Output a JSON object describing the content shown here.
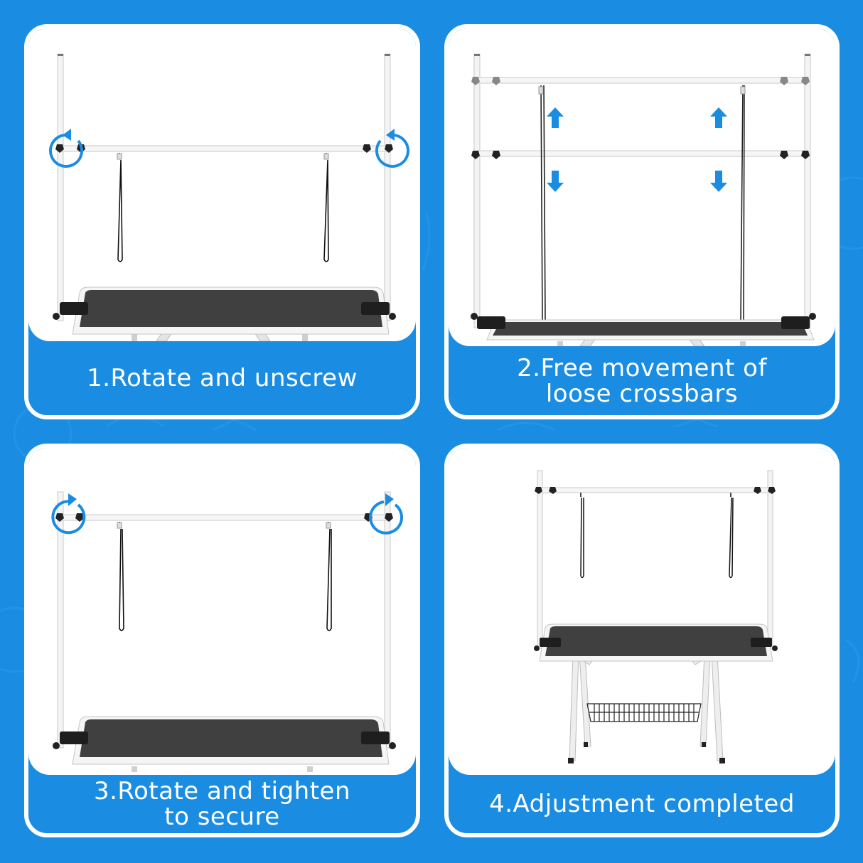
{
  "colors": {
    "background": "#1a8de3",
    "card_border": "#ffffff",
    "caption_text": "#ffffff",
    "accent_arrow": "#1a8de3",
    "tabletop": "#3a3a3a",
    "frame": "#f2f2f2",
    "knob": "#222222"
  },
  "panels": [
    {
      "step": 1,
      "caption_lines": [
        "1.Rotate and unscrew"
      ],
      "caption": "1.Rotate and unscrew",
      "icon": "rotate-counterclockwise-icon"
    },
    {
      "step": 2,
      "caption_lines": [
        "2.Free movement of",
        "loose crossbars"
      ],
      "caption": "2.Free movement of loose crossbars",
      "icon": "up-down-arrows-icon"
    },
    {
      "step": 3,
      "caption_lines": [
        "3.Rotate and tighten",
        "to secure"
      ],
      "caption": "3.Rotate and tighten to secure",
      "icon": "rotate-clockwise-icon"
    },
    {
      "step": 4,
      "caption_lines": [
        "4.Adjustment completed"
      ],
      "caption": "4.Adjustment completed",
      "icon": "grooming-table-icon"
    }
  ]
}
